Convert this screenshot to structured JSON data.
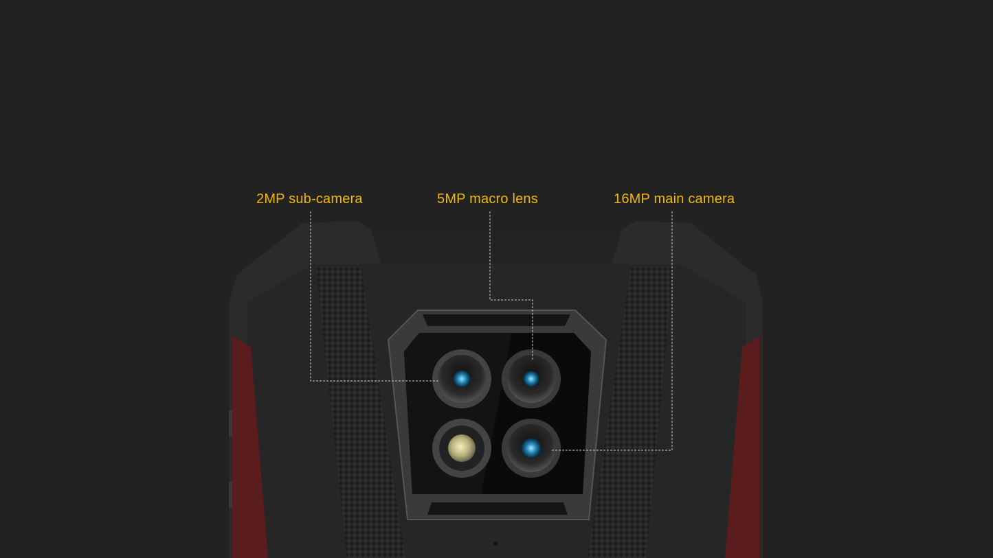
{
  "labels": {
    "sub_camera": "2MP sub-camera",
    "macro_lens": "5MP macro lens",
    "main_camera": "16MP main camera"
  },
  "colors": {
    "background": "#222222",
    "label": "#f2b705",
    "accent_red": "#5a1c1c"
  }
}
